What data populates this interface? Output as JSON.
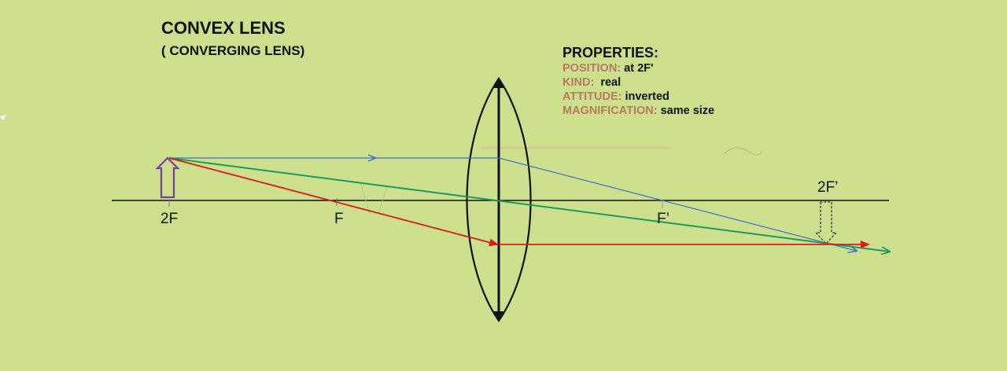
{
  "title": "CONVEX LENS",
  "subtitle": "( CONVERGING LENS)",
  "properties": {
    "heading": "PROPERTIES:",
    "items": [
      {
        "key": "POSITION:",
        "value": " at 2F'"
      },
      {
        "key": "KIND:",
        "value": "  real"
      },
      {
        "key": "ATTITUDE:",
        "value": " inverted"
      },
      {
        "key": "MAGNIFICATION:",
        "value": " same size"
      }
    ]
  },
  "axis_labels": {
    "two_f_left": "2F",
    "f_left": "F",
    "f_prime": "F’",
    "two_f_prime": "2F’"
  },
  "colors": {
    "background": "#cbdf8d",
    "ray_parallel": "#3f6fc8",
    "ray_center": "#1b9a5a",
    "ray_focal": "#dd1a1a",
    "object": "#7a3d9c",
    "image": "#555555",
    "lens": "#111111",
    "property_key": "#b77a5e"
  }
}
